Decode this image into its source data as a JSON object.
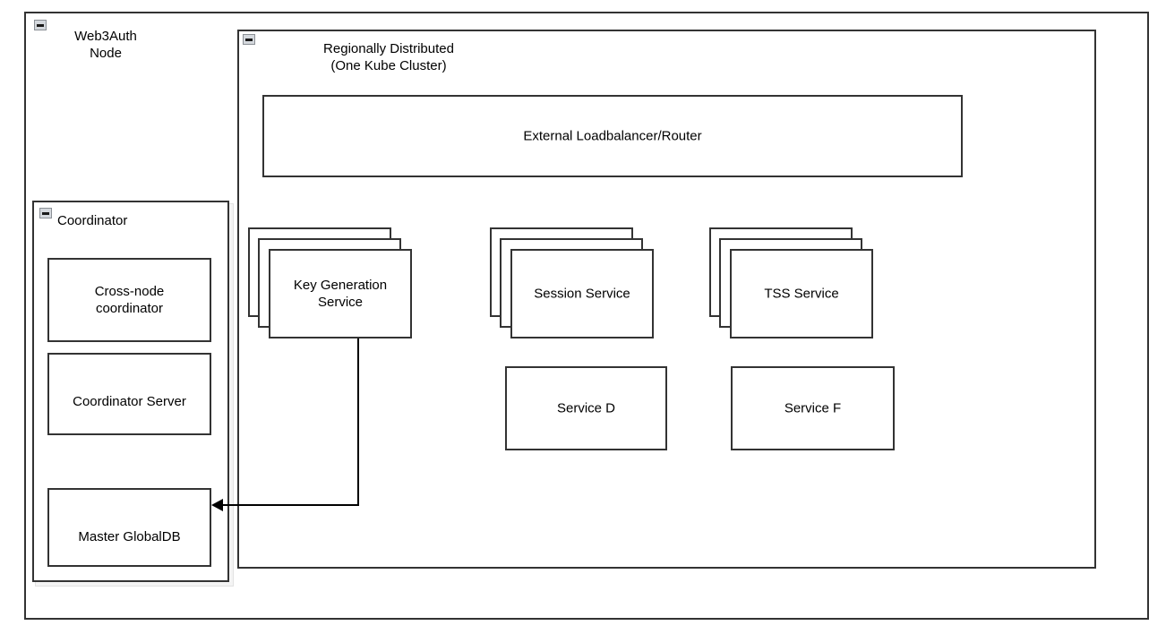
{
  "diagram": {
    "type": "architecture-diagram",
    "background": "#ffffff",
    "line_color": "#333333",
    "text_color": "#000000"
  },
  "outer_node": {
    "title": "Web3Auth\nNode",
    "collapse_icon": "collapse-minus-icon"
  },
  "cluster": {
    "title": "Regionally Distributed\n(One Kube Cluster)",
    "collapse_icon": "collapse-minus-icon",
    "loadbalancer": {
      "label": "External Loadbalancer/Router"
    },
    "replicated_services": [
      {
        "label": "Key Generation\nService",
        "replicas": 3
      },
      {
        "label": "Session Service",
        "replicas": 3
      },
      {
        "label": "TSS Service",
        "replicas": 3
      }
    ],
    "single_services": [
      {
        "label": "Service D"
      },
      {
        "label": "Service F"
      }
    ]
  },
  "coordinator": {
    "title": "Coordinator",
    "collapse_icon": "collapse-minus-icon",
    "components": [
      {
        "label": "Cross-node\ncoordinator"
      },
      {
        "label": "Coordinator Server"
      },
      {
        "label": "Master GlobalDB"
      }
    ]
  },
  "connections": [
    {
      "from": "Key Generation Service",
      "to": "Master GlobalDB",
      "style": "orthogonal-arrow",
      "direction": "left"
    }
  ]
}
